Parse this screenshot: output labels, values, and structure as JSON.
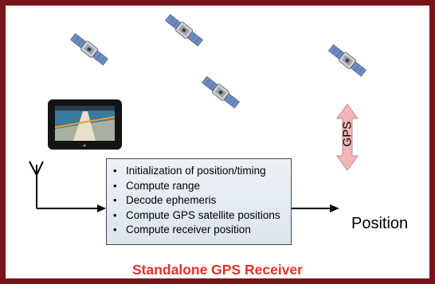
{
  "steps": [
    "Initialization of position/timing",
    "Compute range",
    "Decode ephemeris",
    "Compute GPS satellite positions",
    "Compute receiver position"
  ],
  "output_label": "Position",
  "gps_arrow_label": "GPS",
  "title": "Standalone GPS Receiver",
  "colors": {
    "frame": "#7a1418",
    "title": "#e8302a",
    "gps_arrow": "#f4b6b6"
  },
  "icons": [
    "satellite-icon",
    "gps-navigator-device-icon",
    "antenna-icon"
  ]
}
